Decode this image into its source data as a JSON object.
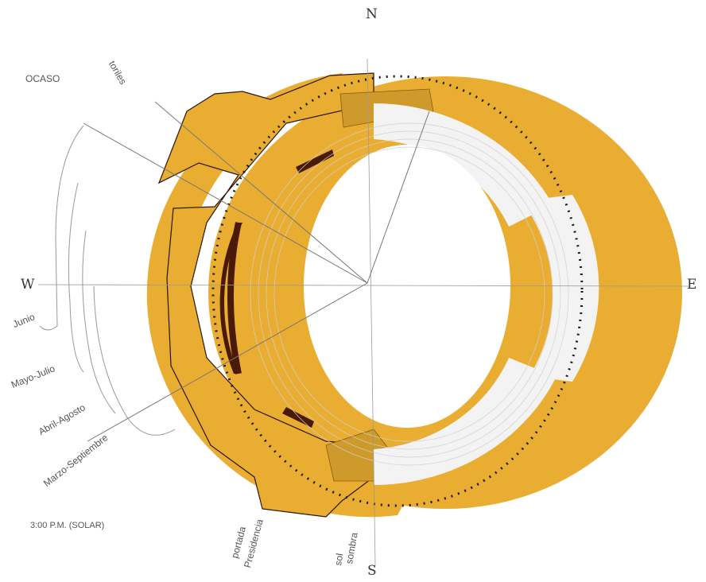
{
  "compass": {
    "north": "N",
    "south": "S",
    "east": "E",
    "west": "W"
  },
  "labels": {
    "ocaso": "OCASO",
    "toriles": "toriles",
    "junio": "Junio",
    "mayo_julio": "Mayo-Julio",
    "abril_agosto": "Abril-Agosto",
    "marzo_septiembre": "Marzo-Septiembre",
    "time": "3:00 P.M. (SOLAR)",
    "portada": "portada",
    "presidencia": "Presidencia",
    "sol": "sol",
    "sombra": "sombra"
  },
  "colors": {
    "ochre": "#e9ad32",
    "dark_ochre": "#c98c1e",
    "seating": "#f3f3f3",
    "dark_band": "#4a1a08"
  }
}
